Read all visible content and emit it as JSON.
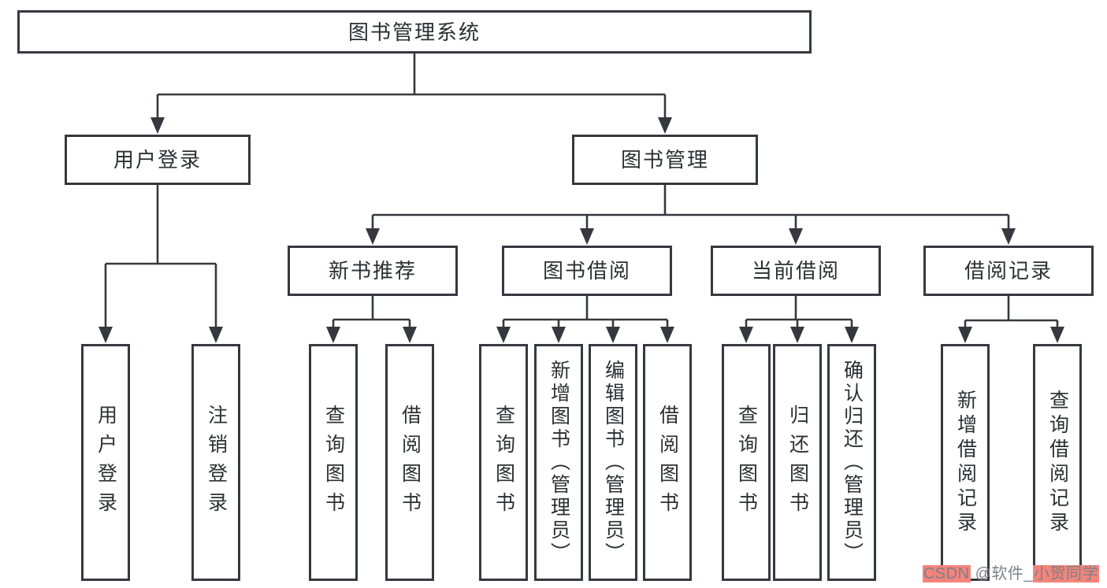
{
  "nodes": {
    "root": "图书管理系统",
    "user_login": "用户登录",
    "book_mgmt": "图书管理",
    "new_book_rec": "新书推荐",
    "book_borrow": "图书借阅",
    "current_borrow": "当前借阅",
    "borrow_records": "借阅记录",
    "leaf_user_login": "用户登录",
    "leaf_logout": "注销登录",
    "leaf_query_book_1": "查询图书",
    "leaf_borrow_book_1": "借阅图书",
    "leaf_query_book_2": "查询图书",
    "leaf_add_book": "新增图书（管理员）",
    "leaf_edit_book": "编辑图书（管理员）",
    "leaf_borrow_book_2": "借阅图书",
    "leaf_query_book_3": "查询图书",
    "leaf_return_book": "归还图书",
    "leaf_confirm_return": "确认归还（管理员）",
    "leaf_add_borrow_record": "新增借阅记录",
    "leaf_query_borrow_record": "查询借阅记录"
  },
  "watermark": {
    "site": "CSDN",
    "handle": " @软件_",
    "author": "小贺同学"
  },
  "colors": {
    "line": "#35393f",
    "box_border": "#35393f",
    "text": "#2c2f33",
    "watermark_text": "#7c8187",
    "watermark_highlight": "#f2847b"
  }
}
